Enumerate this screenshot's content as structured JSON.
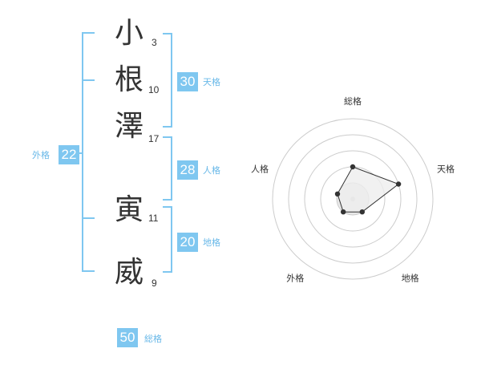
{
  "name": {
    "characters": [
      {
        "char": "小",
        "strokes": "3"
      },
      {
        "char": "根",
        "strokes": "10"
      },
      {
        "char": "澤",
        "strokes": "17"
      },
      {
        "char": "寅",
        "strokes": "11"
      },
      {
        "char": "威",
        "strokes": "9"
      }
    ]
  },
  "fortunes": {
    "tenkaku": {
      "value": "30",
      "label": "天格"
    },
    "jinkaku": {
      "value": "28",
      "label": "人格"
    },
    "chikaku": {
      "value": "20",
      "label": "地格"
    },
    "gaikaku": {
      "value": "22",
      "label": "外格"
    },
    "soukaku": {
      "value": "50",
      "label": "総格"
    }
  },
  "radar": {
    "axes": [
      "総格",
      "天格",
      "地格",
      "外格",
      "人格"
    ],
    "values": [
      2,
      3,
      1,
      1,
      1
    ],
    "max": 5,
    "colors": {
      "ring": "#cccccc",
      "polygon_fill": "#ededed",
      "polygon_stroke": "#333333",
      "point": "#333333"
    }
  }
}
